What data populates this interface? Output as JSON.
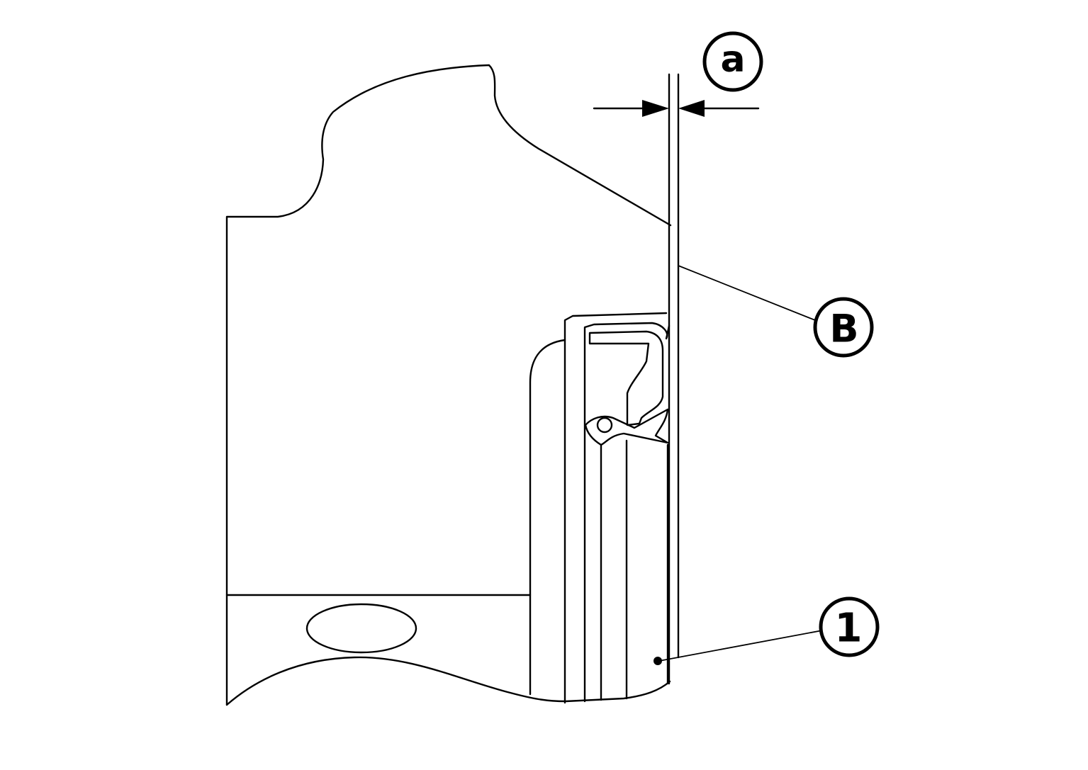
{
  "callouts": {
    "dimension": "a",
    "surface": "B",
    "part": "1"
  },
  "colors": {
    "line": "#000000",
    "background": "#ffffff"
  }
}
